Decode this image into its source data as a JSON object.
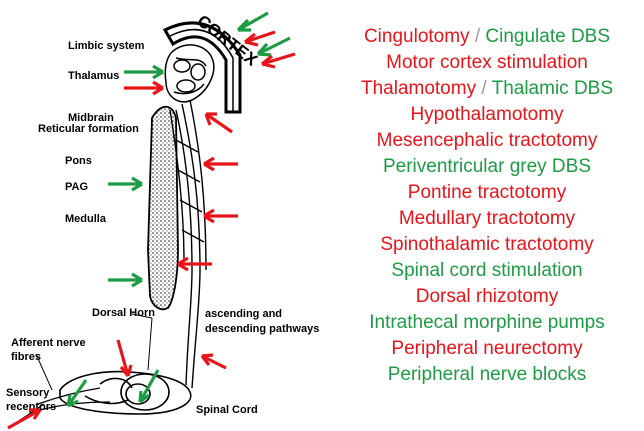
{
  "colors": {
    "red": "#e8141b",
    "green": "#1e9b45",
    "separator": "#9a9a9a"
  },
  "anatomy_labels": {
    "cortex": "CORTEX",
    "limbic": "Limbic system",
    "thalamus": "Thalamus",
    "midbrain": "Midbrain",
    "reticular": "Reticular formation",
    "pons": "Pons",
    "pag": "PAG",
    "medulla": "Medulla",
    "dorsal_horn": "Dorsal Horn",
    "pathways_1": "ascending and",
    "pathways_2": "descending pathways",
    "afferent_1": "Afferent nerve",
    "afferent_2": "fibres",
    "sensory_1": "Sensory",
    "sensory_2": "receptors",
    "spinal_cord": "Spinal Cord"
  },
  "procedures": [
    {
      "a": "Cingulotomy",
      "sep": " / ",
      "b": "Cingulate DBS"
    },
    {
      "a": "Motor cortex stimulation"
    },
    {
      "a": "Thalamotomy",
      "sep": " / ",
      "b": "Thalamic DBS"
    },
    {
      "a": "Hypothalamotomy"
    },
    {
      "a": "Mesencephalic tractotomy"
    },
    {
      "a": "Periventricular grey DBS"
    },
    {
      "a": "Pontine tractotomy"
    },
    {
      "a": "Medullary tractotomy"
    },
    {
      "a": "Spinothalamic tractotomy"
    },
    {
      "a": "Spinal cord stimulation"
    },
    {
      "a": "Dorsal rhizotomy"
    },
    {
      "a": "Intrathecal morphine pumps"
    },
    {
      "a": "Peripheral neurectomy"
    },
    {
      "a": "Peripheral nerve blocks"
    }
  ]
}
